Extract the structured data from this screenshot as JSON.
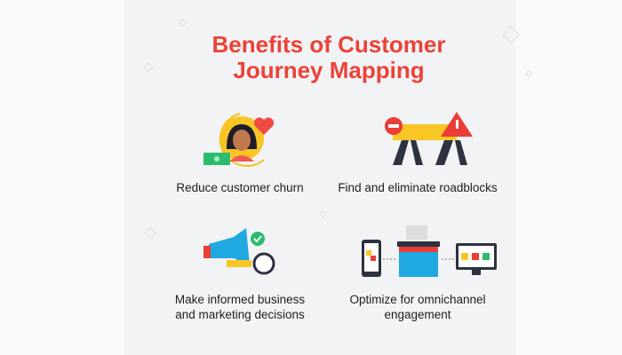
{
  "title": {
    "line1": "Benefits of Customer",
    "line2": "Journey Mapping"
  },
  "benefits": [
    {
      "icon": "customer-heart-icon",
      "label": "Reduce customer churn"
    },
    {
      "icon": "roadblock-icon",
      "label": "Find and eliminate roadblocks"
    },
    {
      "icon": "megaphone-magnifier-icon",
      "label_line1": "Make informed business",
      "label_line2": "and marketing decisions"
    },
    {
      "icon": "omnichannel-store-icon",
      "label_line1": "Optimize for omnichannel",
      "label_line2": "engagement"
    }
  ],
  "colors": {
    "accent": "#ec4237",
    "background": "#f2f3f5"
  }
}
